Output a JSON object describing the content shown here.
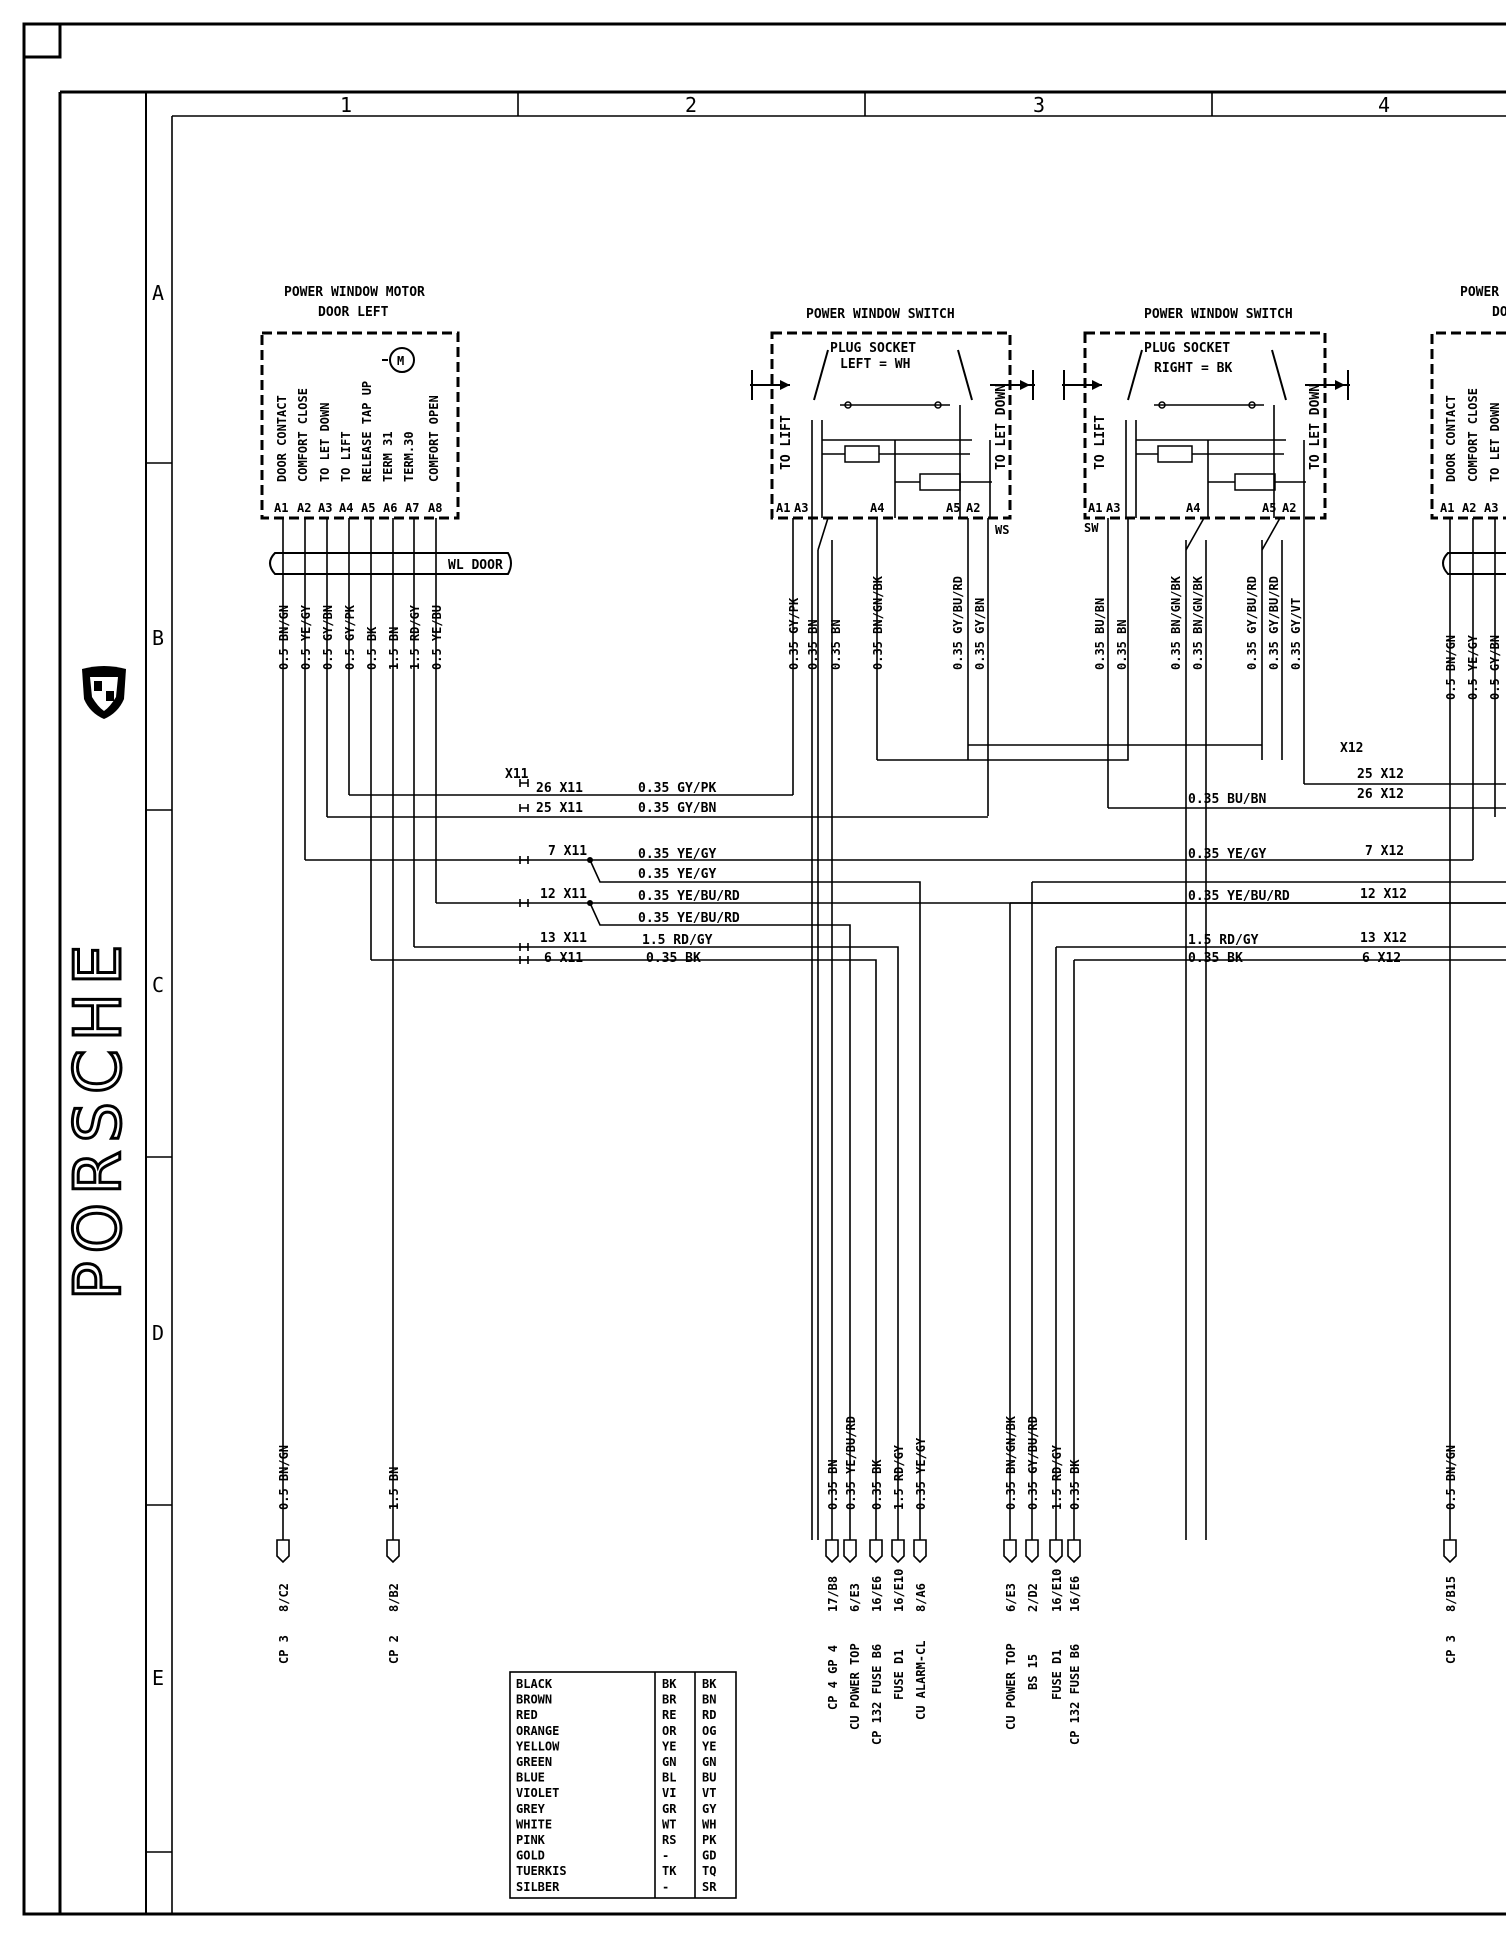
{
  "grid": {
    "columns": [
      "1",
      "2",
      "3",
      "4"
    ],
    "rows": [
      "A",
      "B",
      "C",
      "D",
      "E"
    ]
  },
  "brand": "PORSCHE",
  "components": {
    "motor_left": {
      "title_line1": "POWER WINDOW MOTOR",
      "title_line2": "DOOR LEFT",
      "motor_symbol": "M",
      "functions": [
        "DOOR CONTACT",
        "COMFORT CLOSE",
        "TO LET DOWN",
        "TO LIFT",
        "RELEASE TAP UP",
        "TERM 31",
        "TERM.30",
        "COMFORT OPEN"
      ],
      "pins": [
        "A1",
        "A2",
        "A3",
        "A4",
        "A5",
        "A6",
        "A7",
        "A8"
      ]
    },
    "switch_left": {
      "title": "POWER WINDOW SWITCH",
      "socket_line1": "PLUG SOCKET",
      "socket_line2": "LEFT  = WH",
      "label_lift": "TO LIFT",
      "label_down": "TO LET DOWN",
      "pins": [
        "A1",
        "A3",
        "A4",
        "A5",
        "A2"
      ],
      "tag": "WS"
    },
    "switch_right": {
      "title": "POWER WINDOW SWITCH",
      "socket_line1": "PLUG SOCKET",
      "socket_line2": "RIGHT  = BK",
      "label_lift": "TO LIFT",
      "label_down": "TO LET DOWN",
      "pins": [
        "A1",
        "A3",
        "A4",
        "A5",
        "A2"
      ],
      "tag": "SW"
    },
    "motor_right": {
      "title_line1": "POWER",
      "title_line2": "DO",
      "functions": [
        "DOOR CONTACT",
        "COMFORT CLOSE",
        "TO LET DOWN"
      ],
      "pins": [
        "A1",
        "A2",
        "A3"
      ]
    }
  },
  "harness_label": "WL DOOR",
  "wires_motor_left": [
    "0.5 BN/GN",
    "0.5 YE/GY",
    "0.5 GY/BN",
    "0.5 GY/PK",
    "0.5 BK",
    "1.5 BN",
    "1.5 RD/GY",
    "0.5 YE/BU"
  ],
  "wires_switch_left": [
    "0.35 GY/PK",
    "0.35 BN",
    "0.35 BN",
    "0.35 BN/GN/BK",
    "0.35 GY/BU/RD",
    "0.35 GY/BN"
  ],
  "wires_switch_right": [
    "0.35 BU/BN",
    "0.35 BN",
    "0.35 BN/GN/BK",
    "0.35 BN/GN/BK",
    "0.35 GY/BU/RD",
    "0.35 GY/BU/RD",
    "0.35 GY/VT"
  ],
  "wires_motor_right": [
    "0.5 BN/GN",
    "0.5 YE/GY",
    "0.5 GY/BN"
  ],
  "x11": {
    "name": "X11",
    "pins": [
      "26 X11",
      "25 X11",
      "7 X11",
      "12 X11",
      "13 X11",
      "6 X11"
    ],
    "wires": [
      "0.35 GY/PK",
      "0.35 GY/BN",
      "0.35 YE/GY",
      "0.35 YE/GY",
      "0.35 YE/BU/RD",
      "0.35 YE/BU/RD",
      "1.5 RD/GY",
      "0.35 BK"
    ]
  },
  "x12": {
    "name": "X12",
    "pins": [
      "25 X12",
      "26 X12",
      "7 X12",
      "12 X12",
      "13 X12",
      "6 X12"
    ],
    "wires": [
      "0.35 BU/BN",
      "0.35 YE/GY",
      "0.35 YE/BU/RD",
      "1.5 RD/GY",
      "0.35 BK"
    ]
  },
  "bottom_connections": [
    {
      "wire": "0.5 BN/GN",
      "ref": "8/C2",
      "target": "CP 3"
    },
    {
      "wire": "1.5 BN",
      "ref": "8/B2",
      "target": "CP 2"
    },
    {
      "wire": "0.35 BN",
      "ref": "17/B8",
      "target": "CP 4 GP 4"
    },
    {
      "wire": "0.35 YE/BU/RD",
      "ref": "6/E3",
      "target": "CU POWER TOP"
    },
    {
      "wire": "0.35 BK",
      "ref": "16/E6",
      "target": "CP 132 FUSE B6"
    },
    {
      "wire": "1.5 RD/GY",
      "ref": "16/E10",
      "target": "FUSE D1"
    },
    {
      "wire": "0.35 YE/GY",
      "ref": "8/A6",
      "target": "CU ALARM-CL"
    },
    {
      "wire": "0.35 BN/GN/BK",
      "ref": "6/E3",
      "target": "CU POWER TOP"
    },
    {
      "wire": "0.35 GY/BU/RD",
      "ref": "2/D2",
      "target": "BS 15"
    },
    {
      "wire": "1.5 RD/GY",
      "ref": "16/E10",
      "target": "FUSE D1"
    },
    {
      "wire": "0.35 BK",
      "ref": "16/E6",
      "target": "CP 132 FUSE B6"
    },
    {
      "wire": "0.5 BN/GN",
      "ref": "8/B15",
      "target": "CP 3"
    }
  ],
  "color_legend": {
    "names": [
      "BLACK",
      "BROWN",
      "RED",
      "ORANGE",
      "YELLOW",
      "GREEN",
      "BLUE",
      "VIOLET",
      "GREY",
      "WHITE",
      "PINK",
      "GOLD",
      "TUERKIS",
      "SILBER"
    ],
    "german": [
      "BK",
      "BR",
      "RE",
      "OR",
      "YE",
      "GN",
      "BL",
      "VI",
      "GR",
      "WT",
      "RS",
      "-",
      "TK",
      "-"
    ],
    "english": [
      "BK",
      "BN",
      "RD",
      "OG",
      "YE",
      "GN",
      "BU",
      "VT",
      "GY",
      "WH",
      "PK",
      "GD",
      "TQ",
      "SR"
    ]
  }
}
